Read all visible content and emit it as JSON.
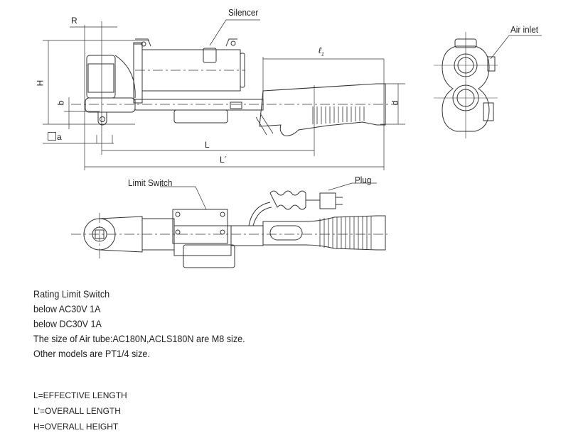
{
  "labels": {
    "silencer": "Silencer",
    "air_inlet": "Air inlet",
    "limit_switch": "Limit Switch",
    "plug": "Plug",
    "dim_R": "R",
    "dim_H": "H",
    "dim_b": "b",
    "dim_a": "a",
    "dim_L": "L",
    "dim_L_prime": "L´",
    "dim_l1": "ℓ",
    "dim_l1_sub": "1",
    "dim_d": "d"
  },
  "notes": [
    "Rating Limit Switch",
    "below AC30V 1A",
    "below DC30V 1A",
    "The size of Air tube:AC180N,ACLS180N are M8 size.",
    "Other models are PT1/4 size."
  ],
  "definitions": [
    "L=EFFECTIVE LENGTH",
    "L'=OVERALL LENGTH",
    "H=OVERALL HEIGHT"
  ]
}
